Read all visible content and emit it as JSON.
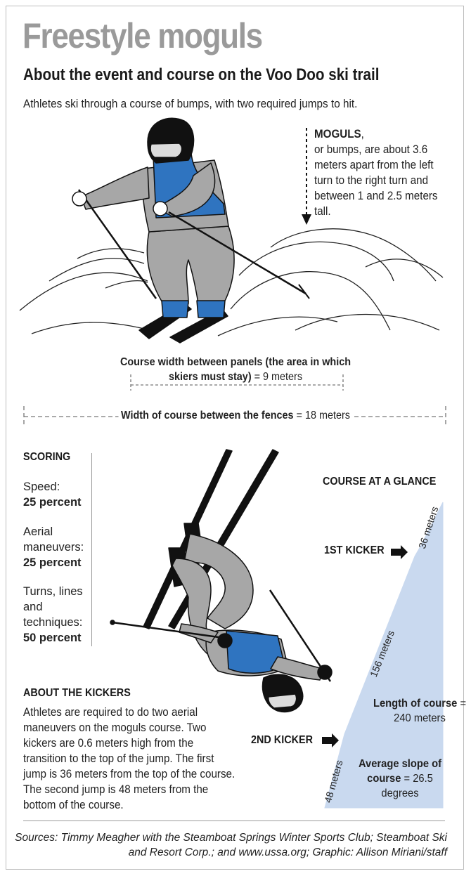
{
  "title": "Freestyle moguls",
  "subtitle": "About the event and course on the Voo Doo ski trail",
  "intro": "Athletes ski through a course of bumps, with two required jumps to hit.",
  "moguls": {
    "heading": "MOGULS",
    "heading_punct": ",",
    "text": "or bumps, are about 3.6 meters apart from the left turn to the right turn and between 1 and 2.5 meters tall."
  },
  "panels": {
    "label_bold": "Course width between panels (the area in which skiers must stay)",
    "value": "= 9 meters"
  },
  "fences": {
    "label_bold": "Width of course between the fences",
    "value": "= 18 meters"
  },
  "scoring": {
    "heading": "SCORING",
    "items": [
      {
        "label": "Speed:",
        "value": "25 percent"
      },
      {
        "label": "Aerial maneuvers:",
        "value": "25 percent"
      },
      {
        "label": "Turns, lines and techniques:",
        "value": "50 percent"
      }
    ]
  },
  "kickers": {
    "heading": "ABOUT THE KICKERS",
    "text": "Athletes are required to do two aerial maneuvers on the moguls course. Two kickers are 0.6 meters high from the transition to the top of the jump. The first jump is 36 meters from the top of the course. The second jump is 48 meters from the bottom of the course."
  },
  "glance": {
    "heading": "COURSE AT A GLANCE",
    "kicker1": "1ST KICKER",
    "kicker2": "2ND KICKER",
    "seg_top": "36 meters",
    "seg_mid": "156 meters",
    "seg_bottom": "48 meters",
    "length_label": "Length of course",
    "length_value": "= 240 meters",
    "slope_label": "Average slope of course",
    "slope_value": "= 26.5 degrees"
  },
  "sources": "Sources: Timmy Meagher with the Steamboat Springs Winter Sports Club; Steamboat Ski and Resort Corp.; and www.ussa.org; Graphic: Allison Miriani/staff",
  "colors": {
    "title_gray": "#9a9a9a",
    "suit_gray": "#a7a7a7",
    "bib_blue": "#2f74c0",
    "slope_blue": "#c9d9ef"
  }
}
